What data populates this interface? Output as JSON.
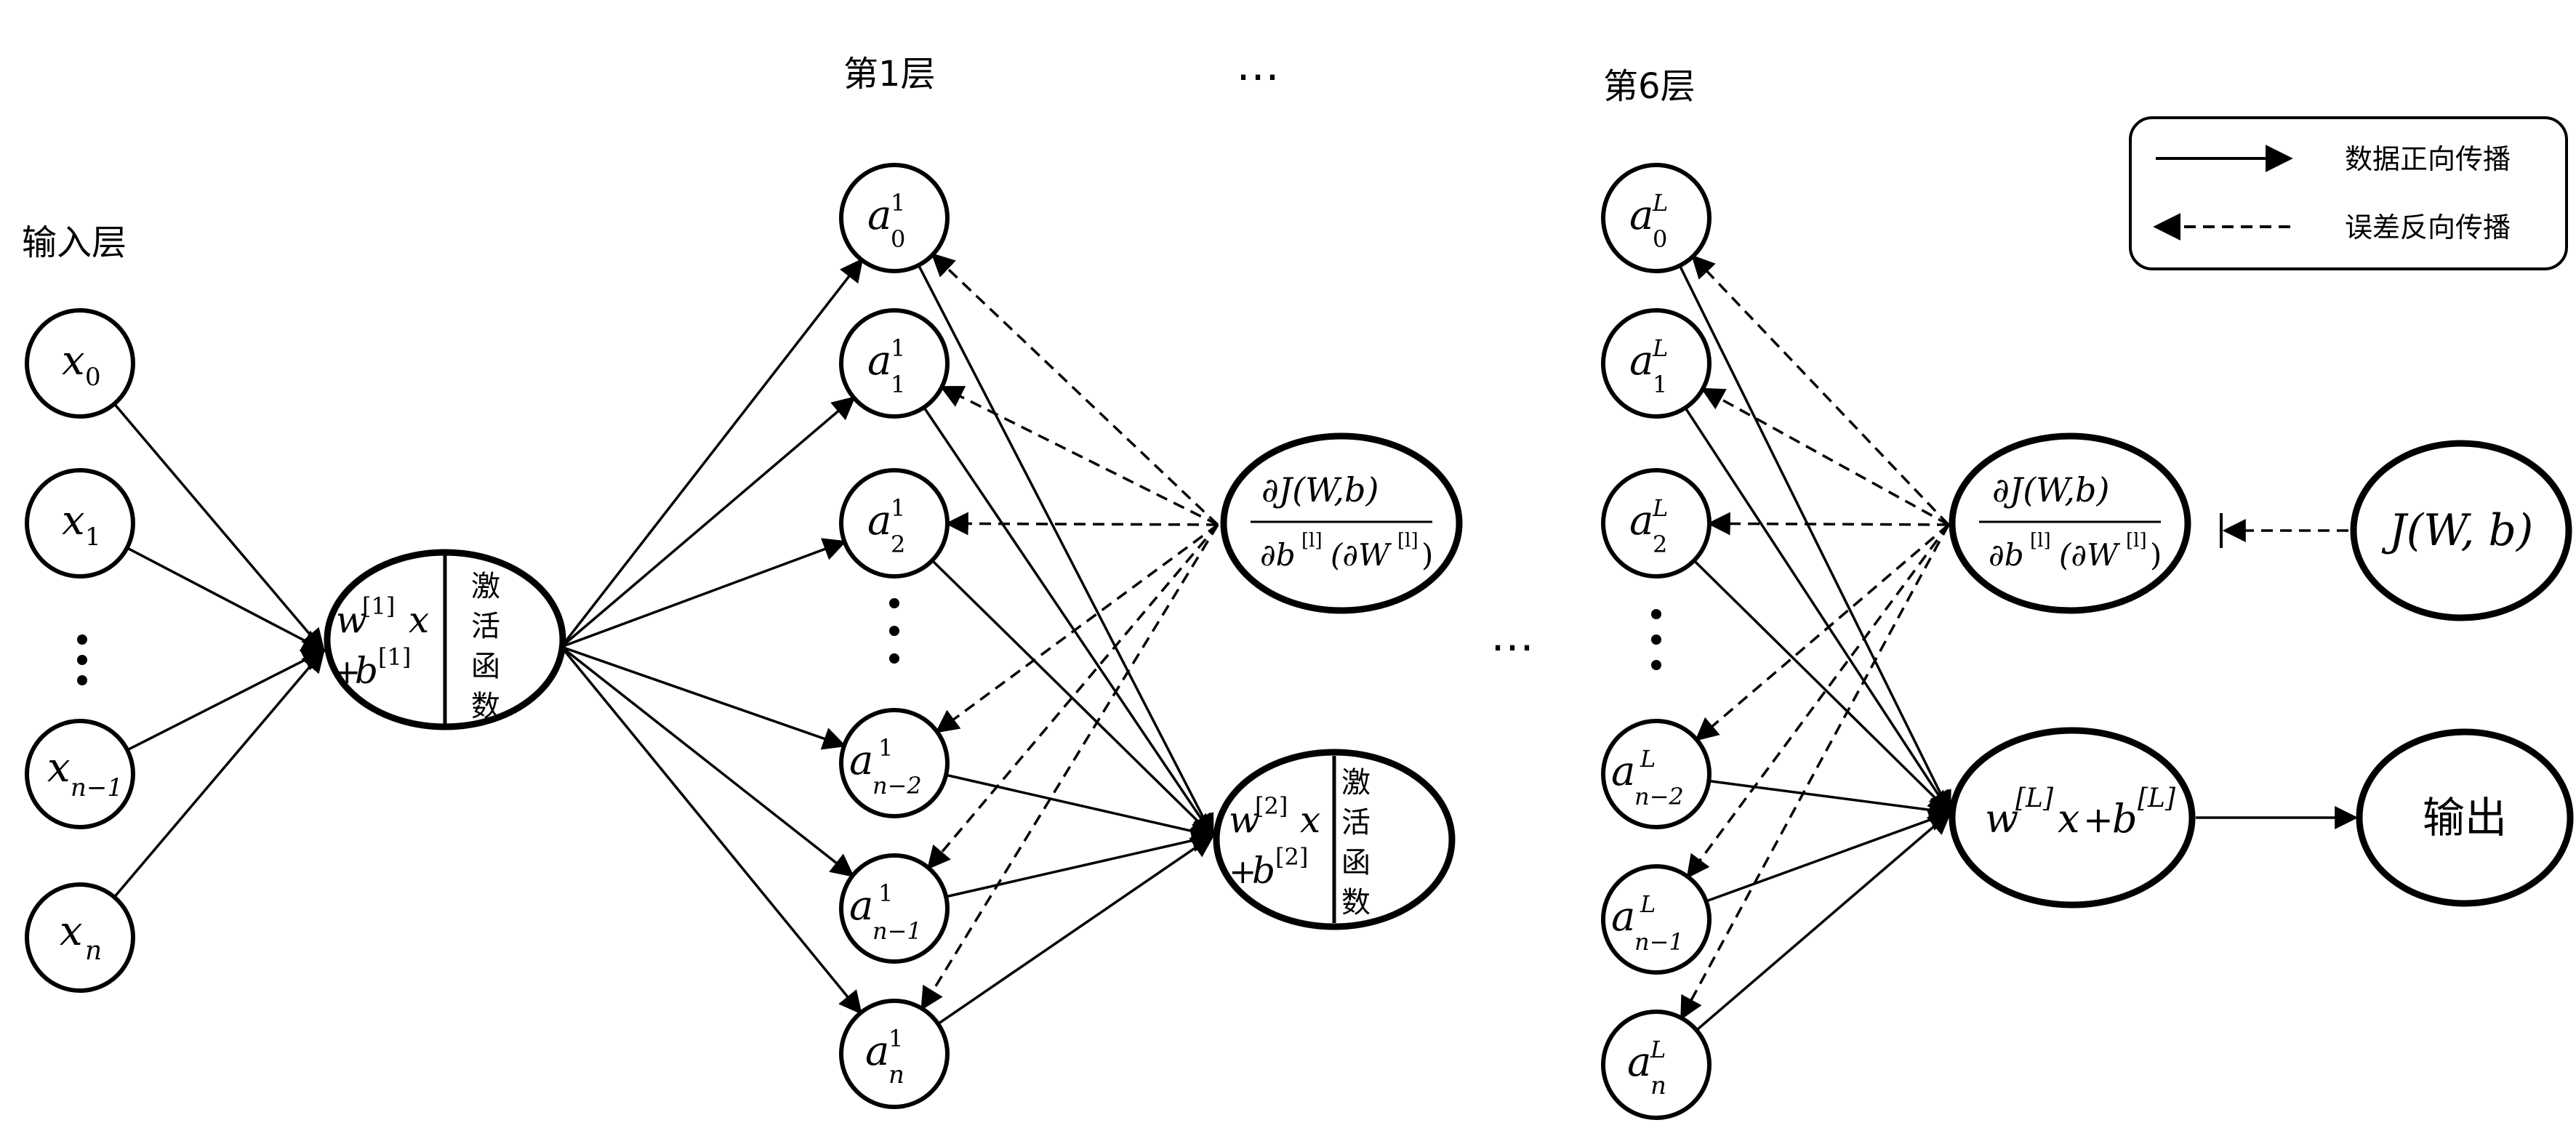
{
  "layers": {
    "input": "输入层",
    "first": "第1层",
    "sixth": "第6层",
    "ellipsis": "…"
  },
  "input_nodes": [
    {
      "base": "x",
      "sub": "0"
    },
    {
      "base": "x",
      "sub": "1"
    },
    {
      "base": "x",
      "sub": "n−1"
    },
    {
      "base": "x",
      "sub": "n"
    }
  ],
  "layer1_nodes": [
    {
      "base": "a",
      "sub": "0",
      "sup": "1"
    },
    {
      "base": "a",
      "sub": "1",
      "sup": "1"
    },
    {
      "base": "a",
      "sub": "2",
      "sup": "1"
    },
    {
      "base": "a",
      "sub": "n−2",
      "sup": "1"
    },
    {
      "base": "a",
      "sub": "n−1",
      "sup": "1"
    },
    {
      "base": "a",
      "sub": "n",
      "sup": "1"
    }
  ],
  "layer6_nodes": [
    {
      "base": "a",
      "sub": "0",
      "sup": "L"
    },
    {
      "base": "a",
      "sub": "1",
      "sup": "L"
    },
    {
      "base": "a",
      "sub": "2",
      "sup": "L"
    },
    {
      "base": "a",
      "sub": "n−2",
      "sup": "L"
    },
    {
      "base": "a",
      "sub": "n−1",
      "sup": "L"
    },
    {
      "base": "a",
      "sub": "n",
      "sup": "L"
    }
  ],
  "neuron1": {
    "w": "w",
    "w_sup": "[1]",
    "x": "x",
    "plus": "+",
    "b": "b",
    "b_sup": "[1]",
    "activation": [
      "激",
      "活",
      "函",
      "数"
    ]
  },
  "neuron2": {
    "w": "w",
    "w_sup": "[2]",
    "x": "x",
    "plus": "+",
    "b": "b",
    "b_sup": "[2]",
    "activation": [
      "激",
      "活",
      "函",
      "数"
    ]
  },
  "gradient": {
    "numerator": "∂J(W,b)",
    "denominator_db": "∂b",
    "denominator_db_sup": "[l]",
    "denominator_dw": "(∂W",
    "denominator_dw_sup": "[l]",
    "denominator_close": ")"
  },
  "final_neuron": {
    "w": "w",
    "w_sup": "[L]",
    "x": "x",
    "plus": "+",
    "b": "b",
    "b_sup": "[L]"
  },
  "cost": "J(W, b)",
  "output": "输出",
  "legend": {
    "forward": "数据正向传播",
    "backward": "误差反向传播"
  }
}
